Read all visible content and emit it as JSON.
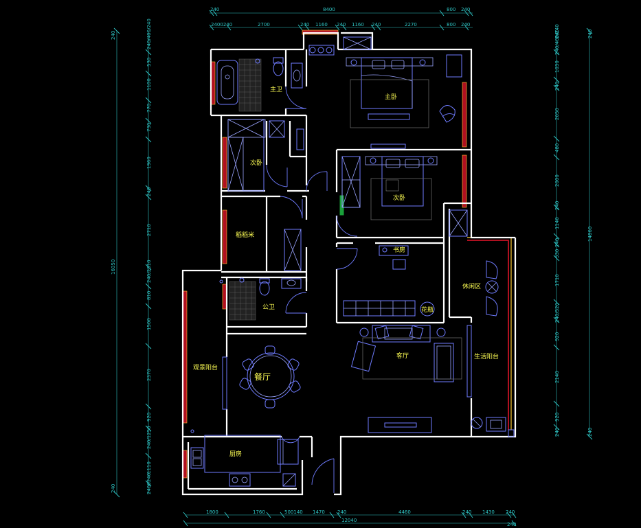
{
  "rooms": {
    "master_bath": "主卫",
    "master_bed": "主卧",
    "second_bed_a": "次卧",
    "second_bed_b": "次卧",
    "rice_storage": "稻稻米",
    "study": "书房",
    "leisure": "休闲区",
    "public_bath": "公卫",
    "flower": "花瓶",
    "living": "客厅",
    "view_balcony": "观景阳台",
    "dining": "餐厅",
    "life_balcony": "生活阳台",
    "kitchen": "厨房"
  },
  "dims": {
    "top": {
      "row1": [
        "240",
        "8400",
        "800",
        "240"
      ],
      "row2": [
        "2400240",
        "2700",
        "240",
        "1160",
        "240",
        "1160",
        "240",
        "2270",
        "800",
        "240"
      ]
    },
    "bottom": {
      "row1": [
        "1800",
        "1760",
        "500140",
        "1470",
        "240",
        "4460",
        "240",
        "1430",
        "240"
      ],
      "total": "12040",
      "right_end": "240"
    },
    "left": {
      "total": "16050",
      "segments": [
        "240",
        "240/400/240",
        "530",
        "1100",
        "770",
        "730",
        "1960",
        "240",
        "2710",
        "240/2310",
        "810",
        "1500",
        "2370",
        "920",
        "240/1250",
        "1110",
        "2400240"
      ]
    },
    "right": {
      "total": "14860",
      "segments": [
        "240",
        "240/400/240",
        "1030",
        "240",
        "2050",
        "480",
        "2000",
        "240",
        "1140",
        "240",
        "530",
        "1710",
        "240/520",
        "920",
        "2140",
        "920",
        "240",
        "240"
      ]
    }
  }
}
